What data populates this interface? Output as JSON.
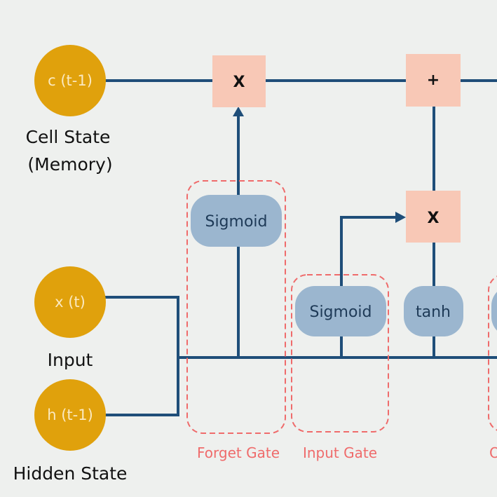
{
  "colors": {
    "background": "#eef0ee",
    "line": "#1f4e79",
    "state_node": "#e0a10c",
    "state_text": "#fbe9c0",
    "op_box": "#f8c8b6",
    "activation": "#9bb6cf",
    "activation_text": "#1e3a57",
    "gate_border": "#ef6b6b",
    "gate_label": "#ef6b6b",
    "label_text": "#111111"
  },
  "nodes": {
    "cell_prev": {
      "text": "c (t-1)",
      "caption_line1": "Cell State",
      "caption_line2": "(Memory)"
    },
    "input": {
      "text": "x (t)",
      "caption": "Input"
    },
    "hidden_prev": {
      "text": "h (t-1)",
      "caption": "Hidden State"
    }
  },
  "ops": {
    "forget_multiply": "X",
    "cell_add": "+",
    "input_multiply": "X"
  },
  "activations": {
    "forget_sigmoid": "Sigmoid",
    "input_sigmoid": "Sigmoid",
    "candidate_tanh": "tanh"
  },
  "gates": {
    "forget": "Forget Gate",
    "input": "Input Gate",
    "output_partial": "O"
  }
}
